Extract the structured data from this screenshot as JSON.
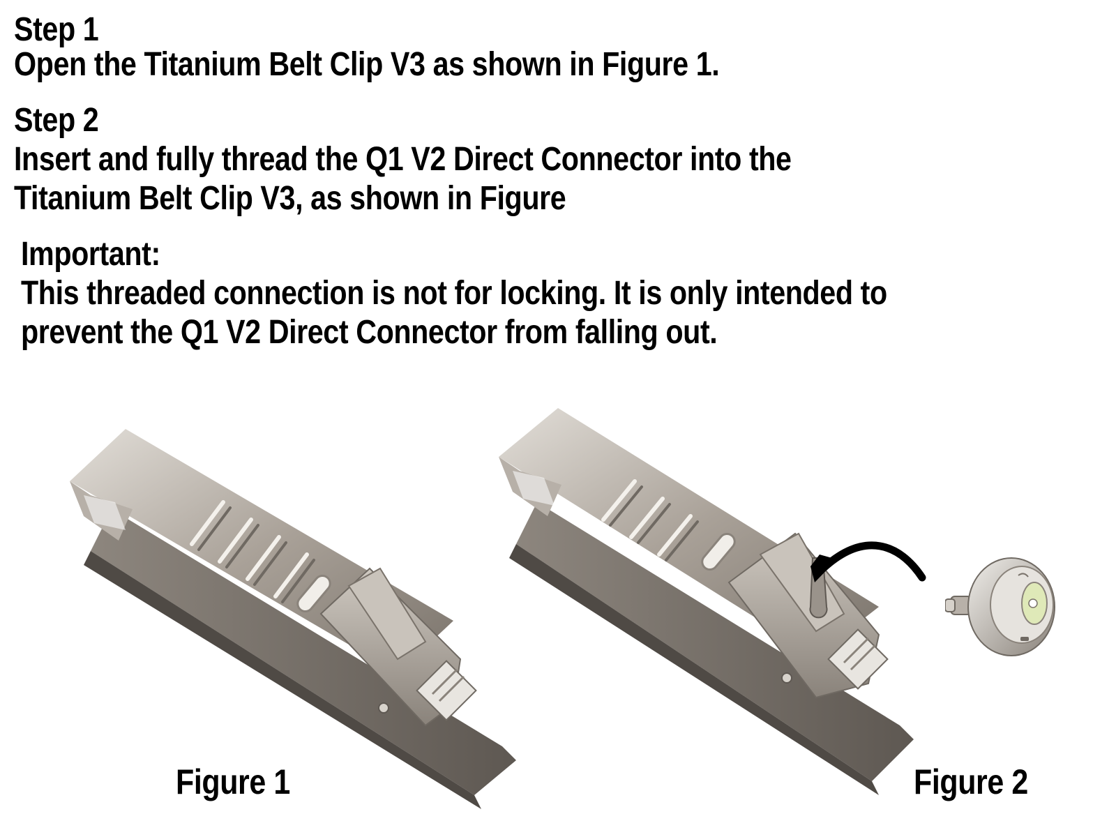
{
  "step1": {
    "heading": "Step 1",
    "text": "Open the Titanium Belt Clip V3 as shown in Figure 1."
  },
  "step2": {
    "heading": "Step 2",
    "line1": "Insert and fully thread the Q1 V2 Direct Connector into the",
    "line2": "Titanium Belt Clip V3, as shown in Figure"
  },
  "important": {
    "heading": "Important:",
    "line1": "This threaded connection is not for locking. It is only intended to",
    "line2": "prevent the Q1 V2 Direct Connector from falling out."
  },
  "figures": [
    {
      "caption": "Figure 1"
    },
    {
      "caption": "Figure 2"
    }
  ],
  "colors": {
    "text": "#000000",
    "metal_light": "#d9d4ce",
    "metal_mid": "#a8a098",
    "metal_dark": "#6f6962",
    "arrow": "#000000"
  },
  "icons": [
    "belt-clip-open",
    "belt-clip-with-arrow",
    "direct-connector",
    "curved-arrow"
  ]
}
